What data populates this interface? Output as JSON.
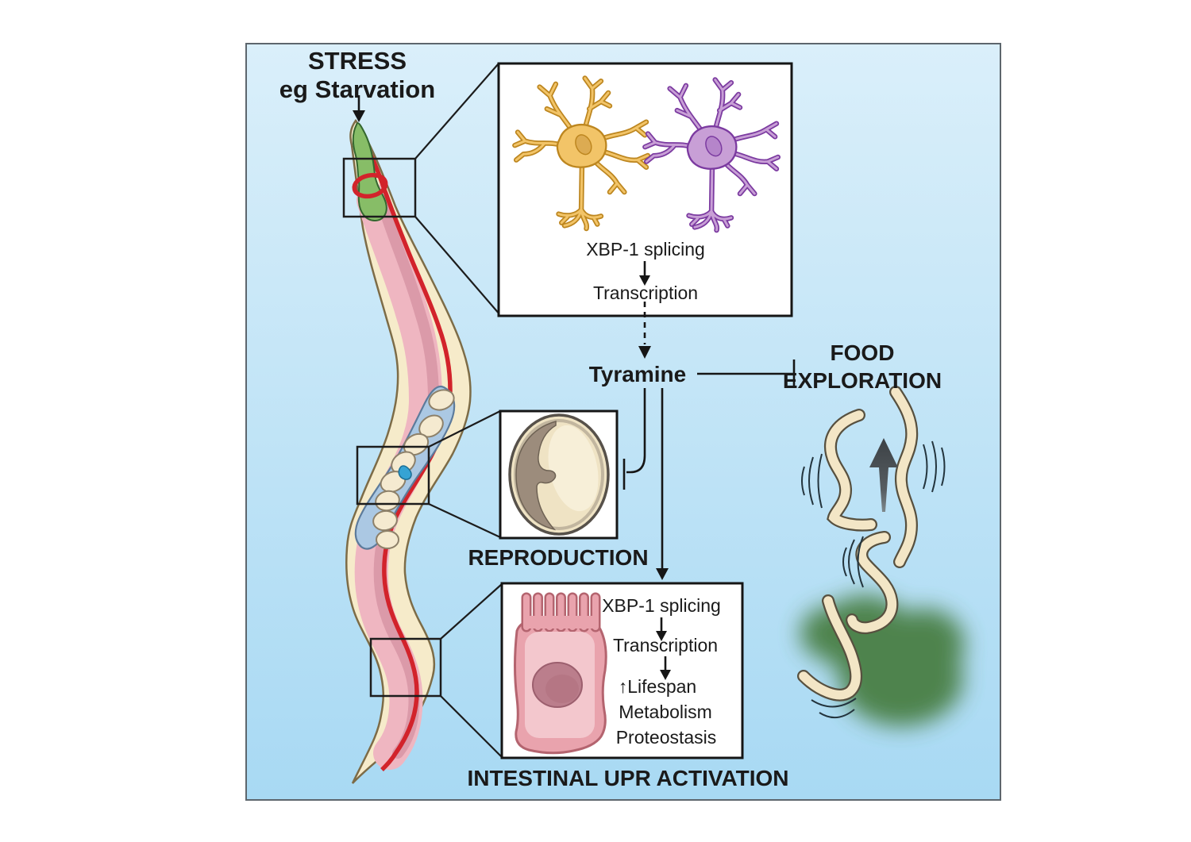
{
  "figure": {
    "stress": {
      "line1": "STRESS",
      "line2": "eg Starvation"
    },
    "neuron_inset": {
      "splicing": "XBP-1 splicing",
      "transcription": "Transcription"
    },
    "tyramine": "Tyramine",
    "food": {
      "line1": "FOOD",
      "line2": "EXPLORATION"
    },
    "reproduction": "REPRODUCTION",
    "intestine_inset": {
      "splicing": "XBP-1 splicing",
      "transcription": "Transcription",
      "lifespan": "↑Lifespan",
      "metabolism": "Metabolism",
      "proteostasis": "Proteostasis"
    },
    "upr": "INTESTINAL UPR ACTIVATION",
    "colors": {
      "stress_red": "#b5161d",
      "panel_top": "#daeffa",
      "panel_bottom": "#a8d9f3",
      "worm_cream": "#f6ebca",
      "worm_outline": "#7d6c47",
      "body_pink": "#efb6c1",
      "pharynx_green": "#87bd67",
      "gut_red": "#d2232b",
      "gonad_blue": "#abc8e3",
      "egg_cream": "#f5ead0",
      "neuron_orange": "#f2c468",
      "neuron_purple": "#c89fd6",
      "cell_pink": "#e9a3ad",
      "embryo_shell": "#efe3c4",
      "food_green": "#4a7f44",
      "arrow_gray": "#43484c",
      "line_black": "#161616"
    }
  }
}
